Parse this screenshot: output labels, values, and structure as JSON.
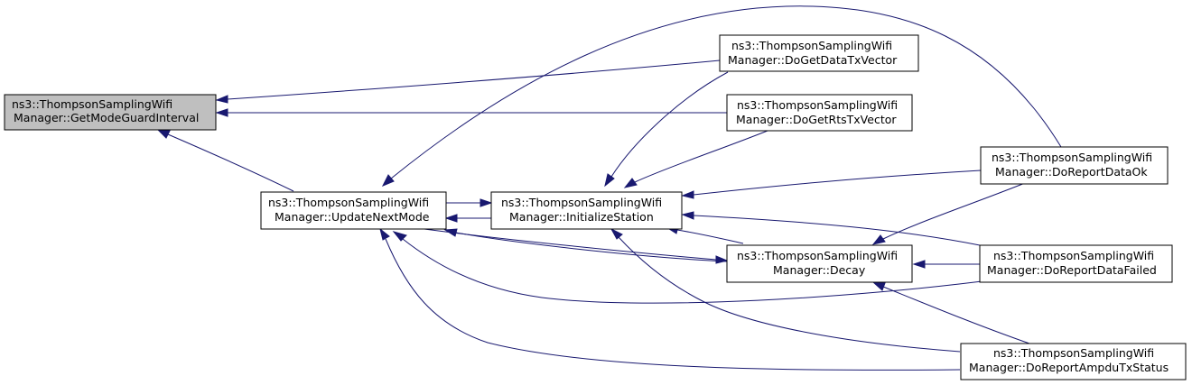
{
  "graph": {
    "nodes": {
      "get_mode_guard_interval": {
        "line1": "ns3::ThompsonSamplingWifi",
        "line2": "Manager::GetModeGuardInterval",
        "highlighted": true
      },
      "update_next_mode": {
        "line1": "ns3::ThompsonSamplingWifi",
        "line2": "Manager::UpdateNextMode",
        "highlighted": false
      },
      "initialize_station": {
        "line1": "ns3::ThompsonSamplingWifi",
        "line2": "Manager::InitializeStation",
        "highlighted": false
      },
      "do_get_data_tx_vector": {
        "line1": "ns3::ThompsonSamplingWifi",
        "line2": "Manager::DoGetDataTxVector",
        "highlighted": false
      },
      "do_get_rts_tx_vector": {
        "line1": "ns3::ThompsonSamplingWifi",
        "line2": "Manager::DoGetRtsTxVector",
        "highlighted": false
      },
      "decay": {
        "line1": "ns3::ThompsonSamplingWifi",
        "line2": "Manager::Decay",
        "highlighted": false
      },
      "do_report_data_ok": {
        "line1": "ns3::ThompsonSamplingWifi",
        "line2": "Manager::DoReportDataOk",
        "highlighted": false
      },
      "do_report_data_failed": {
        "line1": "ns3::ThompsonSamplingWifi",
        "line2": "Manager::DoReportDataFailed",
        "highlighted": false
      },
      "do_report_ampdu_tx_status": {
        "line1": "ns3::ThompsonSamplingWifi",
        "line2": "Manager::DoReportAmpduTxStatus",
        "highlighted": false
      }
    },
    "edges": [
      {
        "from": "do_get_data_tx_vector",
        "to": "get_mode_guard_interval"
      },
      {
        "from": "do_get_rts_tx_vector",
        "to": "get_mode_guard_interval"
      },
      {
        "from": "update_next_mode",
        "to": "get_mode_guard_interval"
      },
      {
        "from": "initialize_station",
        "to": "update_next_mode"
      },
      {
        "from": "update_next_mode",
        "to": "initialize_station"
      },
      {
        "from": "do_report_data_ok",
        "to": "update_next_mode"
      },
      {
        "from": "decay",
        "to": "update_next_mode"
      },
      {
        "from": "do_report_data_failed",
        "to": "update_next_mode"
      },
      {
        "from": "do_report_ampdu_tx_status",
        "to": "update_next_mode"
      },
      {
        "from": "do_get_data_tx_vector",
        "to": "initialize_station"
      },
      {
        "from": "do_get_rts_tx_vector",
        "to": "initialize_station"
      },
      {
        "from": "do_report_data_ok",
        "to": "initialize_station"
      },
      {
        "from": "decay",
        "to": "initialize_station"
      },
      {
        "from": "do_report_data_failed",
        "to": "initialize_station"
      },
      {
        "from": "do_report_ampdu_tx_status",
        "to": "initialize_station"
      },
      {
        "from": "do_report_data_ok",
        "to": "decay"
      },
      {
        "from": "do_report_data_failed",
        "to": "decay"
      },
      {
        "from": "do_report_ampdu_tx_status",
        "to": "decay"
      }
    ],
    "colors": {
      "edge": "#191970",
      "highlight_fill": "#bfbfbf",
      "node_fill": "#ffffff",
      "border": "#000000"
    }
  }
}
